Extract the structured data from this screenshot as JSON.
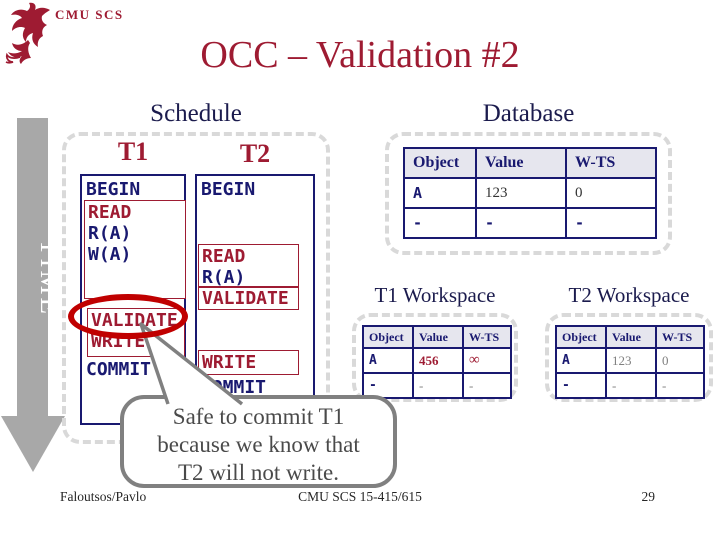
{
  "slide": {
    "org": "CMU SCS",
    "title": "OCC – Validation #2",
    "footer_left": "Faloutsos/Pavlo",
    "footer_center": "CMU SCS 15-415/615",
    "page_number": "29"
  },
  "time_axis": {
    "label": "TIME"
  },
  "schedule": {
    "label": "Schedule",
    "t1": {
      "title": "T1",
      "begin": "BEGIN",
      "read": "READ",
      "r_a": "R(A)",
      "w_a": "W(A)",
      "validate": "VALIDATE",
      "write": "WRITE",
      "commit": "COMMIT"
    },
    "t2": {
      "title": "T2",
      "begin": "BEGIN",
      "read": "READ",
      "r_a": "R(A)",
      "validate": "VALIDATE",
      "write": "WRITE",
      "commit": "COMMIT"
    }
  },
  "database": {
    "label": "Database",
    "headers": [
      "Object",
      "Value",
      "W-TS"
    ],
    "rows": [
      [
        "A",
        "123",
        "0"
      ],
      [
        "-",
        "-",
        "-"
      ]
    ]
  },
  "t1_workspace": {
    "label": "T1 Workspace",
    "headers": [
      "Object",
      "Value",
      "W-TS"
    ],
    "rows": [
      [
        "A",
        "456",
        "∞"
      ],
      [
        "-",
        "-",
        "-"
      ]
    ]
  },
  "t2_workspace": {
    "label": "T2 Workspace",
    "headers": [
      "Object",
      "Value",
      "W-TS"
    ],
    "rows": [
      [
        "A",
        "123",
        "0"
      ],
      [
        "-",
        "-",
        "-"
      ]
    ]
  },
  "callout": {
    "line1": "Safe to commit T1",
    "line2": "because we know that",
    "line3": "T2 will not write."
  },
  "colors": {
    "dark_red": "#9E1B32",
    "navy": "#191970",
    "circle_red": "#C00000",
    "arrow_gray": "#A8A8A8",
    "bubble_gray": "#808080",
    "table_header_bg": "#E6E6EE"
  }
}
